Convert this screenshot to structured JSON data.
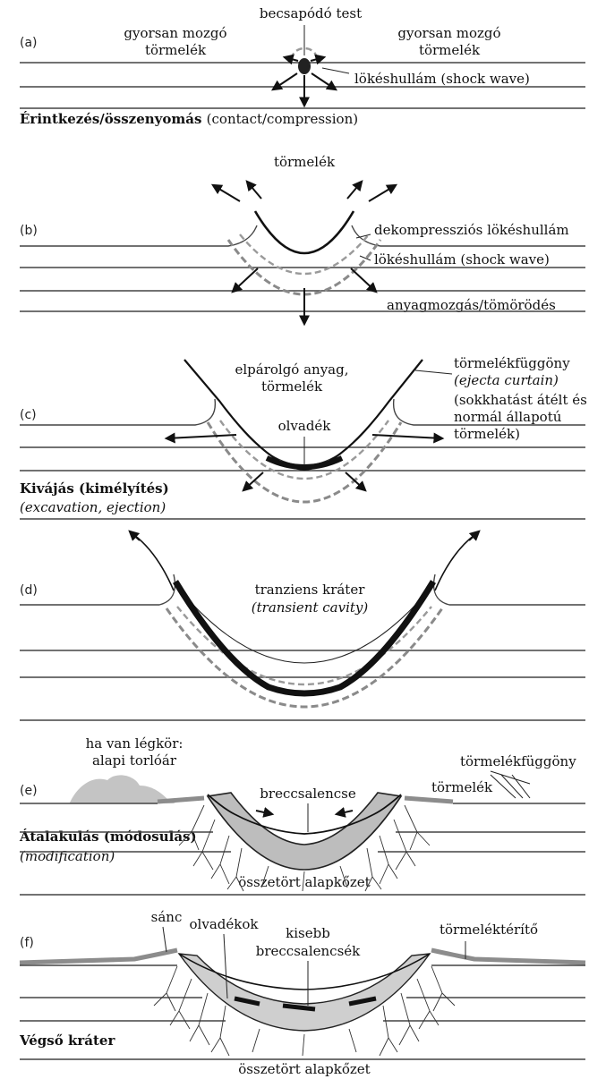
{
  "panels": {
    "a": {
      "letter": "(a)",
      "impactor": "becsapódó test",
      "debris_left": [
        "gyorsan mozgó",
        "törmelék"
      ],
      "debris_right": [
        "gyorsan mozgó",
        "törmelék"
      ],
      "shock": "lökéshullám",
      "shock_en": "(shock wave)",
      "stage_title": "Érintkezés/összenyomás",
      "stage_title_en": "(contact/compression)"
    },
    "b": {
      "letter": "(b)",
      "debris": "törmelék",
      "decompression": "dekompressziós lökéshullám",
      "shock": "lökéshullám",
      "shock_en": "(shock wave)",
      "material": "anyagmozgás/tömörödés"
    },
    "c": {
      "letter": "(c)",
      "vapor": [
        "elpárolgó anyag,",
        "törmelék"
      ],
      "melt": "olvadék",
      "curtain": "törmelékfüggöny",
      "curtain_en": "(ejecta curtain)",
      "curtain_note": [
        "(sokkhatást átélt és",
        "normál állapotú",
        "törmelék)"
      ],
      "stage_title": "Kivájás (kimélyítés)",
      "stage_title_en": "(excavation, ejection)"
    },
    "d": {
      "letter": "(d)",
      "transient": "tranziens kráter",
      "transient_en": "(transient cavity)"
    },
    "e": {
      "letter": "(e)",
      "atmosphere": [
        "ha van légkör:",
        "alapi torlóár"
      ],
      "curtain": "törmelékfüggöny",
      "debris": "törmelék",
      "breccia": "breccsalencse",
      "stage_title": "Átalakulás (módosulás)",
      "stage_title_en": "(modification)",
      "bedrock": "összetört alapkőzet"
    },
    "f": {
      "letter": "(f)",
      "rampart": "sánc",
      "melts": "olvadékok",
      "small_breccia": [
        "kisebb",
        "breccsalencsék"
      ],
      "ejecta_blanket": "törmeléktérítő",
      "stage_title": "Végső kráter",
      "bedrock": "összetört alapkőzet"
    }
  },
  "colors": {
    "ink": "#111111",
    "layer": "#444444",
    "shock": "#8a8a8a",
    "cloud": "#c4c4c4"
  }
}
